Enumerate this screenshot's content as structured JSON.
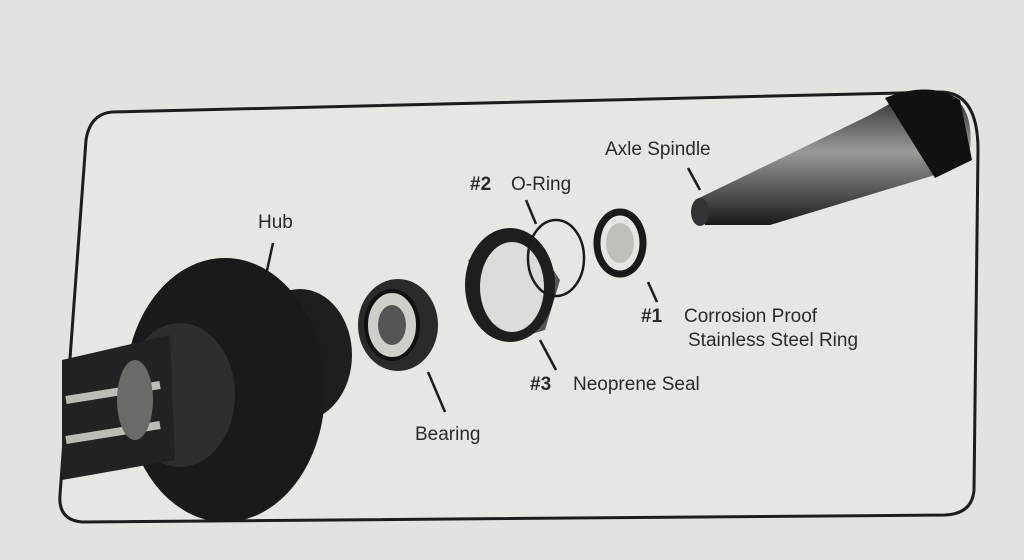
{
  "labels": {
    "axle_spindle": "Axle Spindle",
    "o_ring_num": "#2",
    "o_ring": "O-Ring",
    "hub": "Hub",
    "ring_num": "#1",
    "ring_line1": "Corrosion Proof",
    "ring_line2": "Stainless Steel Ring",
    "seal_num": "#3",
    "seal": "Neoprene Seal",
    "bearing": "Bearing"
  },
  "colors": {
    "paper": "#e2e2de",
    "ink": "#1c1c1c"
  }
}
